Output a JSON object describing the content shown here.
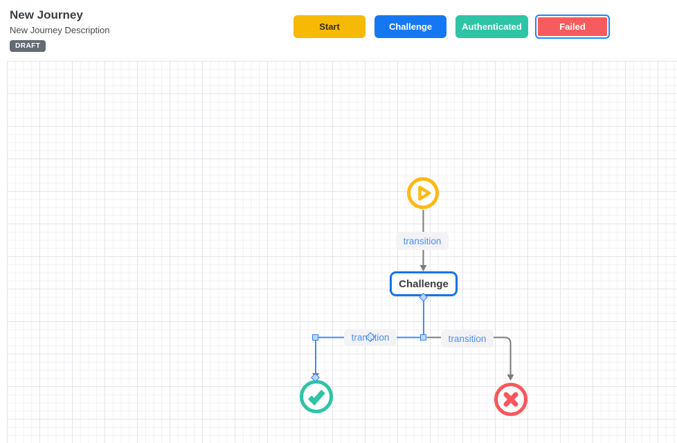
{
  "header": {
    "title": "New Journey",
    "description": "New Journey Description",
    "status_badge": "DRAFT",
    "buttons": [
      {
        "label": "Start",
        "state": "normal"
      },
      {
        "label": "Challenge",
        "state": "normal"
      },
      {
        "label": "Authenticated",
        "state": "normal"
      },
      {
        "label": "Failed",
        "state": "selected"
      }
    ]
  },
  "canvas": {
    "nodes": [
      {
        "id": "start",
        "type": "start",
        "icon": "play-icon"
      },
      {
        "id": "challenge",
        "type": "state",
        "label": "Challenge",
        "selected": true
      },
      {
        "id": "authenticated",
        "type": "success",
        "icon": "check-icon"
      },
      {
        "id": "failed",
        "type": "failure",
        "icon": "x-icon"
      }
    ],
    "transitions": [
      {
        "label": "transition",
        "from": "start",
        "to": "challenge",
        "selected": false
      },
      {
        "label": "transition",
        "from": "challenge",
        "to": "authenticated",
        "selected": true
      },
      {
        "label": "transition",
        "from": "challenge",
        "to": "failed",
        "selected": false
      }
    ]
  },
  "colors": {
    "start_yellow": "#f6ba06",
    "challenge_blue": "#1677f2",
    "auth_teal": "#2ec4a6",
    "failed_red": "#f85b5e",
    "selection_blue": "#1e86f7",
    "node_border_blue": "#1674e8",
    "edge_blue": "#3f8cf5",
    "edge_gray": "#7d7d7d",
    "handle_blue": "#2f7ff5",
    "label_text_blue": "#4a90f2",
    "label_bg": "#f3f3f6",
    "badge_gray": "#646b72",
    "play_yellow": "#fdb913",
    "check_teal": "#2ec4a6",
    "x_red": "#f8575c"
  }
}
